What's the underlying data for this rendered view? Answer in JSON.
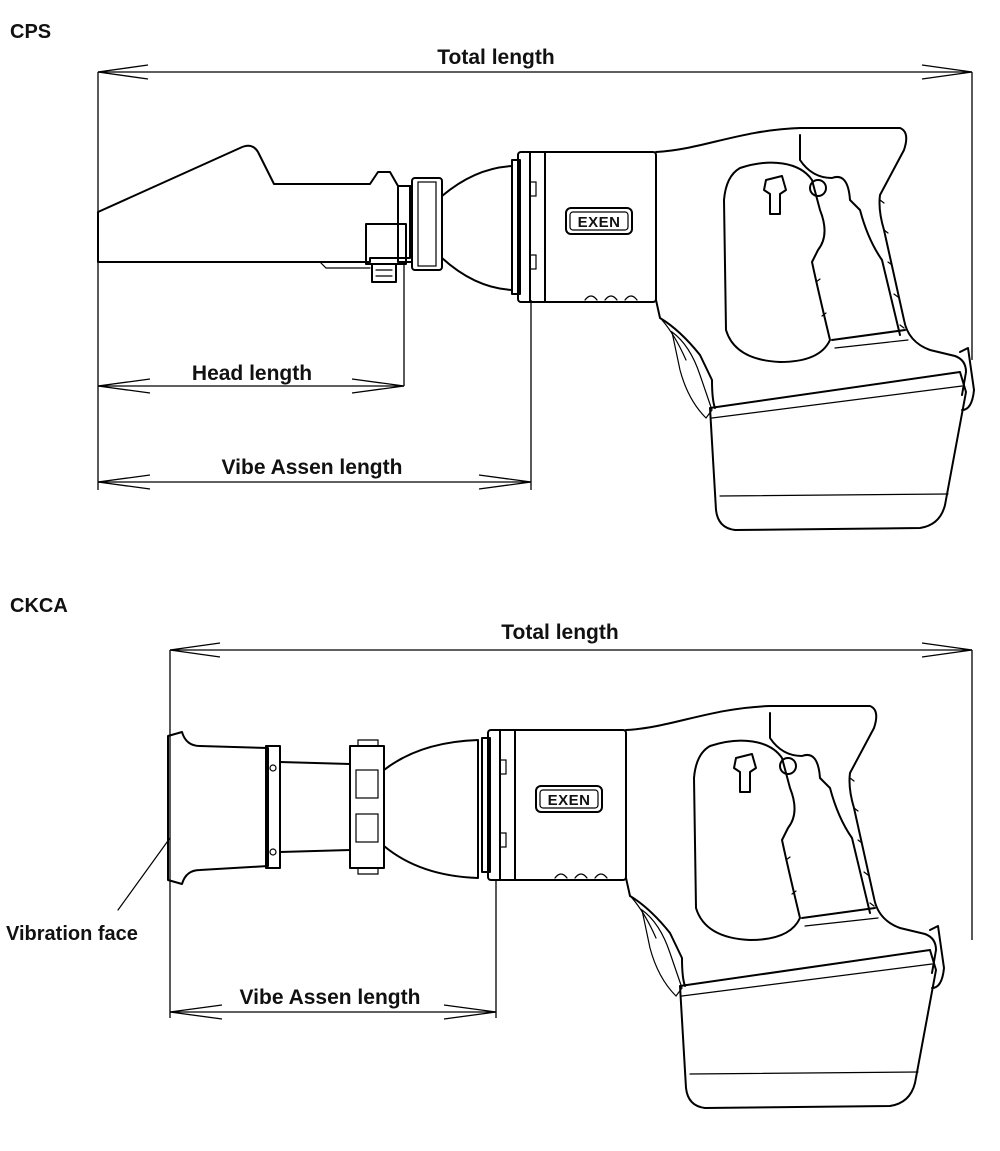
{
  "sections": [
    {
      "title": "CPS",
      "dimensions": {
        "total": "Total length",
        "head": "Head length",
        "vibe": "Vibe Assen length"
      },
      "logo_text": "EXEN"
    },
    {
      "title": "CKCA",
      "dimensions": {
        "total": "Total length",
        "vibe": "Vibe Assen length"
      },
      "callout": "Vibration face",
      "logo_text": "EXEN"
    }
  ],
  "colors": {
    "line": "#000000",
    "background": "#ffffff"
  }
}
